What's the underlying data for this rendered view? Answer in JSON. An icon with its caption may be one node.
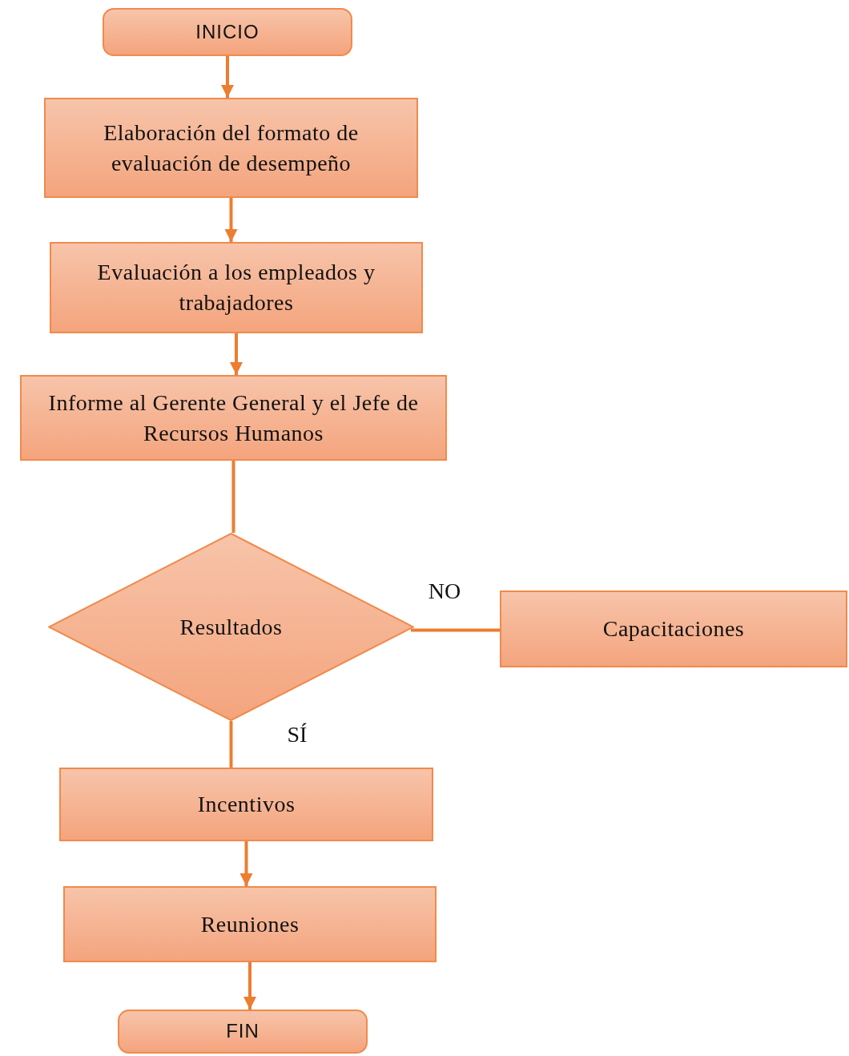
{
  "diagram": {
    "nodes": [
      {
        "text": [
          "INICIO"
        ]
      },
      {
        "text": [
          "Elaboración del formato de evaluación de desempeño"
        ]
      },
      {
        "text": [
          "Evaluación a los empleados y trabajadores"
        ]
      },
      {
        "text": [
          "Informe al Gerente General y el Jefe de Recursos Humanos"
        ]
      },
      {
        "text": [
          "Resultados"
        ]
      },
      {
        "text": [
          "Capacitaciones"
        ]
      },
      {
        "text": [
          "Incentivos"
        ]
      },
      {
        "text": [
          "Reuniones"
        ]
      },
      {
        "text": [
          "FIN"
        ]
      }
    ],
    "edges": [
      {
        "from": 0,
        "to": 1,
        "arrow": "to"
      },
      {
        "from": 1,
        "to": 2,
        "arrow": "to"
      },
      {
        "from": 2,
        "to": 3,
        "arrow": "to"
      },
      {
        "from": 3,
        "to": 4,
        "arrow": "none"
      },
      {
        "from": 4,
        "to": 5,
        "arrow": "none",
        "label": "NO"
      },
      {
        "from": 4,
        "to": 6,
        "arrow": "none",
        "label": "SÍ"
      },
      {
        "from": 6,
        "to": 7,
        "arrow": "to"
      },
      {
        "from": 7,
        "to": 8,
        "arrow": "to"
      }
    ]
  }
}
